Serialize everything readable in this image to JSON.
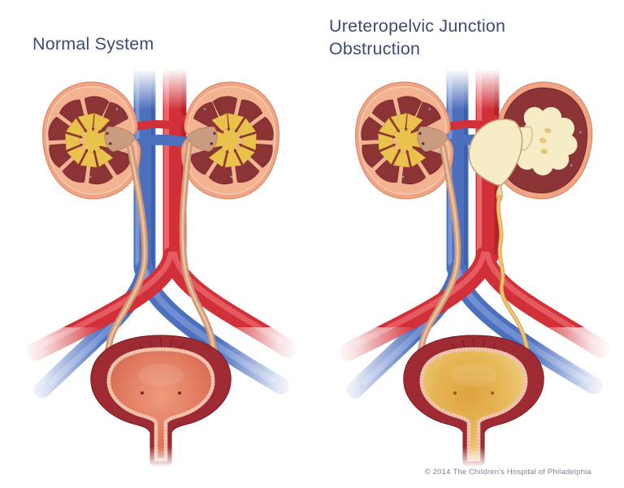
{
  "panels": [
    {
      "title": "Normal System"
    },
    {
      "title": "Ureteropelvic Junction Obstruction"
    }
  ],
  "footer": {
    "copyright": "© 2014 The Children's Hospital of Philadelphia"
  },
  "palette": {
    "title_text": "#3F4C72",
    "footer_text": "#7A84A0",
    "artery_red": "#D13038",
    "vein_blue": "#4C70BE",
    "kidney_capsule": "#EFA486",
    "renal_pyramid": "#8C3336",
    "sinus_fat": "#E9C24E",
    "renal_pelvis": "#C99C80",
    "ureter_tan": "#CE9878",
    "obstructed_ureter_yellow": "#DFA94E",
    "bladder_wall": "#9E2B33",
    "bladder_mucosa": "#F5C9B2",
    "bladder_interior_normal": "#DD7158",
    "urine_yellow": "#E2A23B",
    "hydronephrotic_fill": "#F6ECC6"
  }
}
